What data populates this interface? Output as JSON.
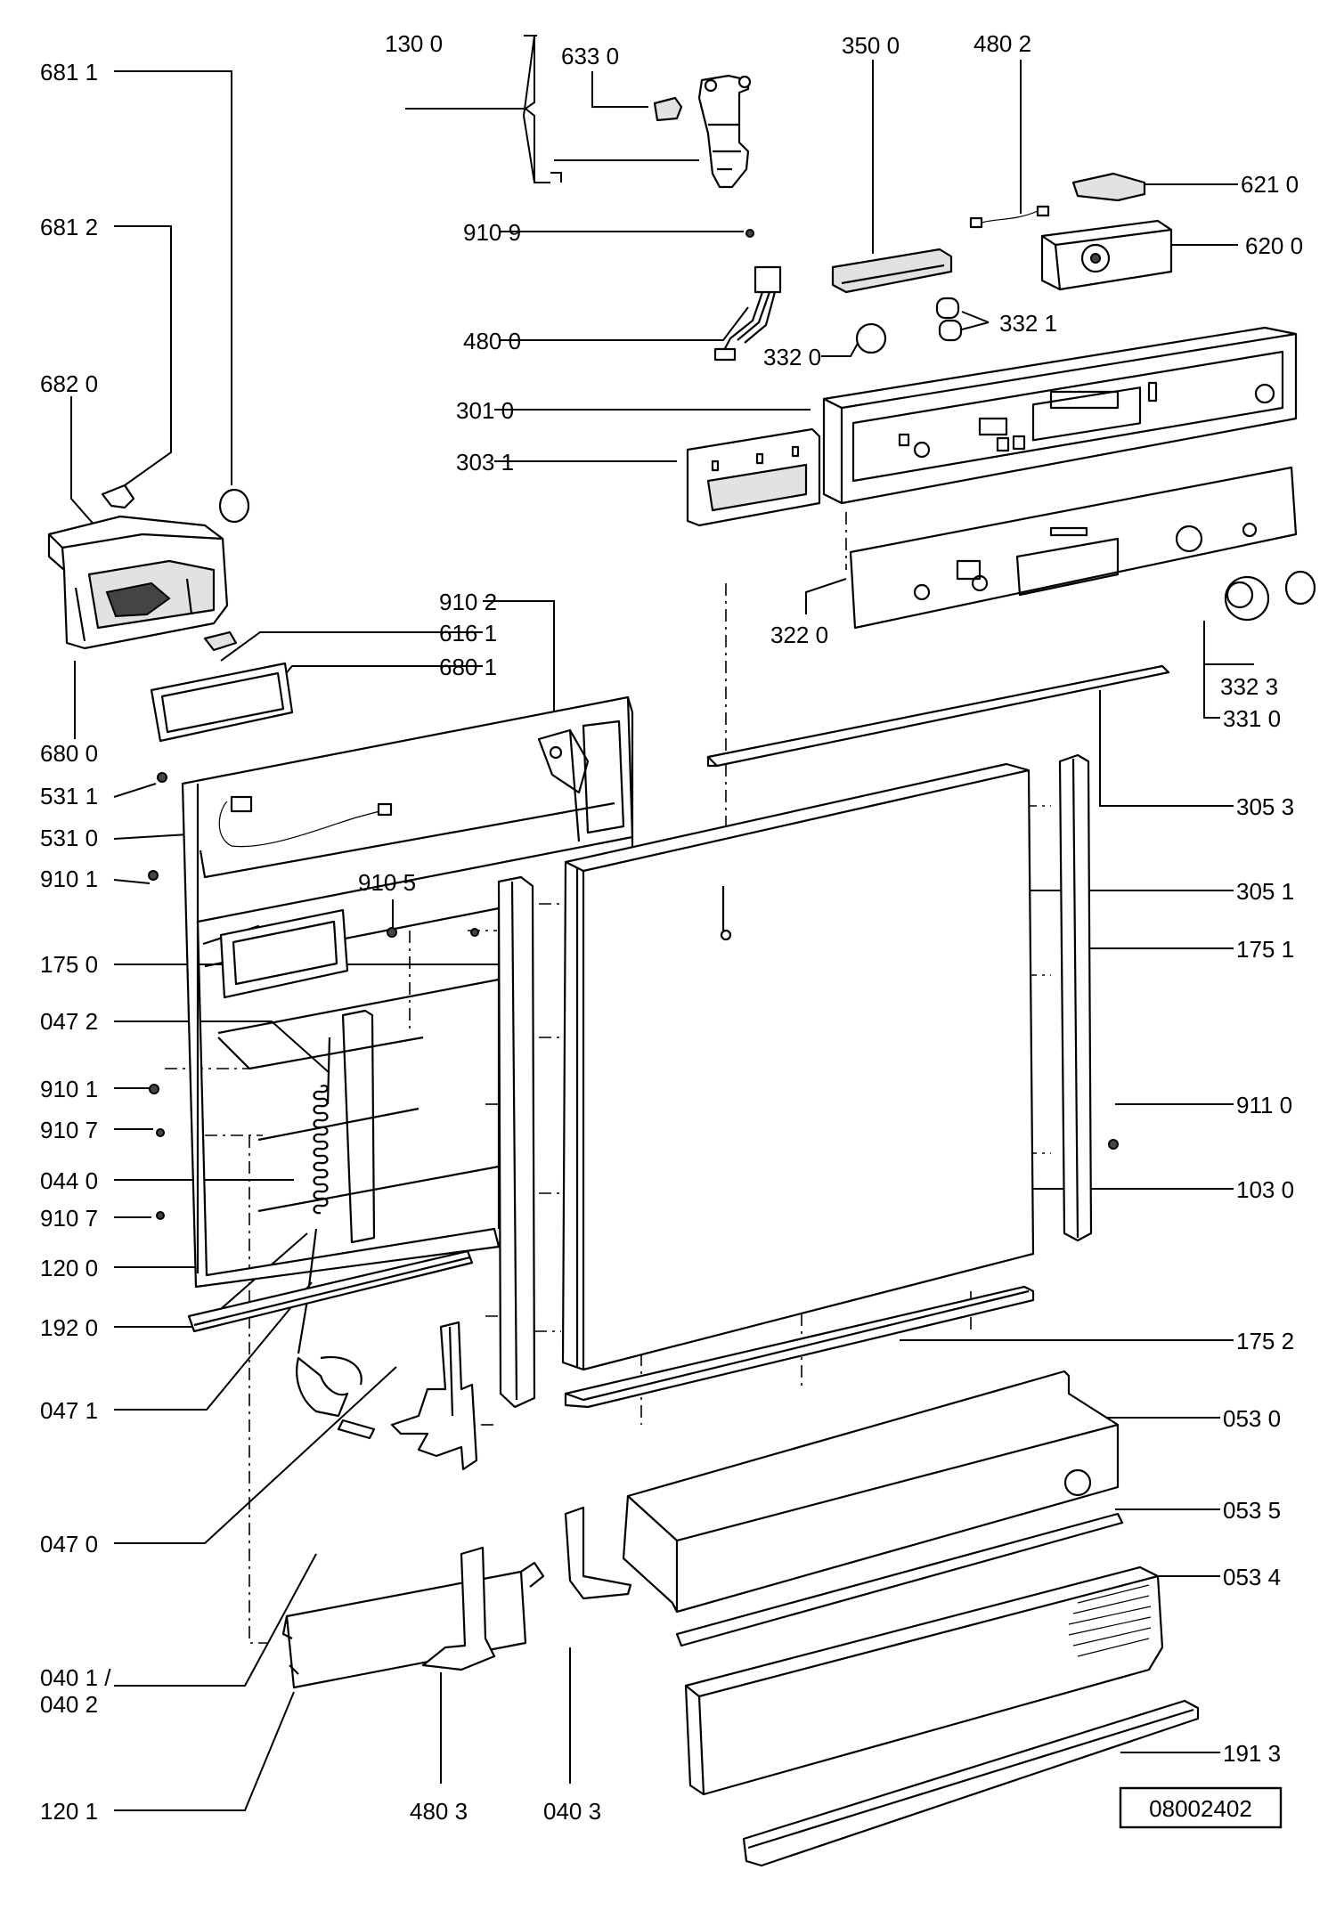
{
  "labels": {
    "p6811": "681 1",
    "p6812": "681 2",
    "p6820": "682 0",
    "p6800": "680 0",
    "p5311": "531 1",
    "p5310": "531 0",
    "p9101a": "910 1",
    "p1750": "175 0",
    "p0472": "047 2",
    "p9101b": "910 1",
    "p9107a": "910 7",
    "p0440": "044 0",
    "p9107b": "910 7",
    "p1200": "120 0",
    "p1920": "192 0",
    "p0471": "047 1",
    "p0470": "047 0",
    "p0401": "040 1 /",
    "p0402": "040 2",
    "p1201": "120 1",
    "p4803": "480 3",
    "p0403": "040 3",
    "p1300": "130 0",
    "p6330": "633 0",
    "p9109": "910 9",
    "p3500": "350 0",
    "p4802": "480 2",
    "p6210": "621 0",
    "p6200": "620 0",
    "p4800": "480 0",
    "p3320": "332 0",
    "p3321": "332 1",
    "p3010": "301 0",
    "p3031": "303 1",
    "p3220": "322 0",
    "p3323": "332 3",
    "p3310": "331 0",
    "p9102": "910 2",
    "p6161": "616 1",
    "p6801": "680 1",
    "p9105": "910 5",
    "p3053": "305 3",
    "p3051": "305 1",
    "p1751": "175 1",
    "p9110": "911 0",
    "p1030": "103 0",
    "p1752": "175 2",
    "p0530": "053 0",
    "p0535": "053 5",
    "p0534": "053 4",
    "p1913": "191 3",
    "drawing_number": "08002402"
  }
}
